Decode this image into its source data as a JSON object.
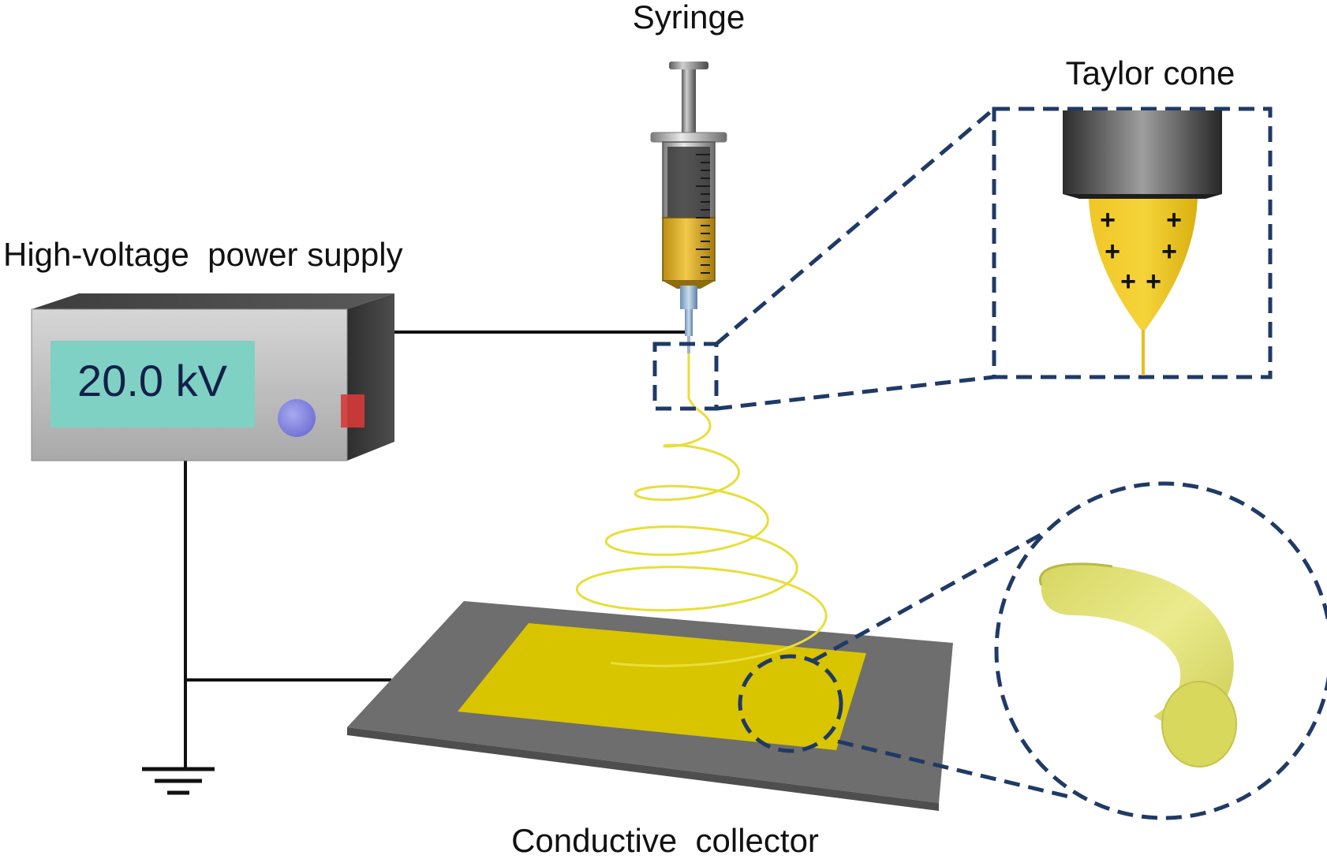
{
  "labels": {
    "syringe": "Syringe",
    "taylor_cone": "Taylor cone",
    "power_supply": "High-voltage  power supply",
    "collector": "Conductive  collector"
  },
  "power_supply": {
    "display_value": "20.0 kV"
  },
  "taylor_cone": {
    "charge_symbol": "+"
  },
  "colors": {
    "solution_yellow": "#e6c92a",
    "fiber_yellow": "#e8de3a",
    "collector_plate": "#6e6e6e",
    "collector_foil": "#d9c400",
    "zoom_outline": "#1f3a66",
    "display_bg": "#7fd1c4",
    "knob": "#8c8ee0",
    "switch": "#d63a3a"
  },
  "icons": [
    "syringe-icon",
    "ground-symbol-icon",
    "needle-icon",
    "fiber-segment-icon"
  ]
}
